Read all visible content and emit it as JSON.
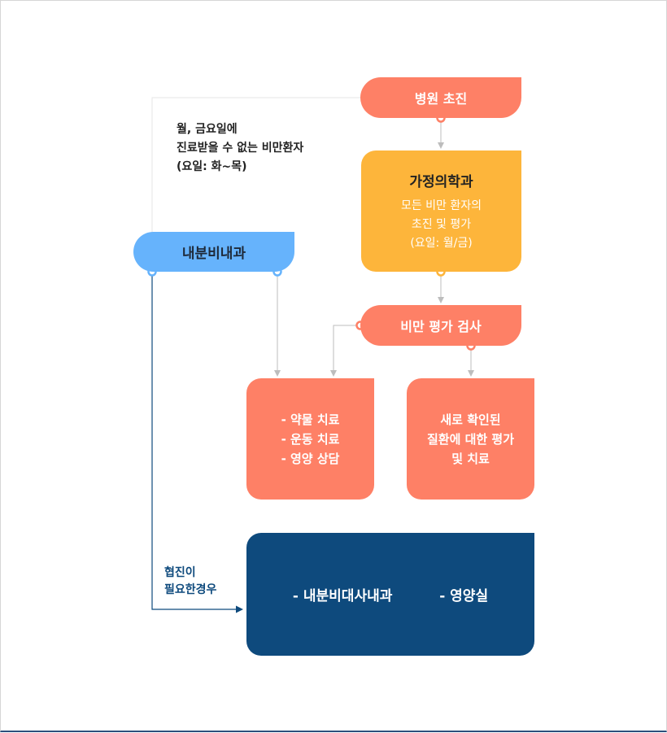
{
  "nodes": {
    "hospital_visit": "병원 초진",
    "family_medicine": {
      "title": "가정의학과",
      "lines": [
        "모든 비만 환자의",
        "초진 및 평가",
        "(요일: 월/금)"
      ]
    },
    "internal_medicine": "내분비내과",
    "obesity_assessment": "비만 평가 검사",
    "treatment": [
      "- 약물 치료",
      "- 운동 치료",
      "- 영양 상담"
    ],
    "new_diagnosis": [
      "새로 확인된",
      "질환에 대한 평가",
      "및 치료"
    ],
    "collaboration": {
      "endocrine_metabolism": "- 내분비대사내과",
      "nutrition_office": "- 영양실"
    }
  },
  "annotations": {
    "schedule_note": [
      "월, 금요일에",
      "진료받을 수 없는 비만환자",
      "(요일: 화~목)"
    ],
    "collab_note": [
      "협진이",
      "필요한경우"
    ]
  },
  "colors": {
    "coral": "#fe8066",
    "amber": "#fdb53b",
    "sky": "#66b3fc",
    "navy": "#0e4a7d",
    "connector": "#bdbdbd"
  }
}
